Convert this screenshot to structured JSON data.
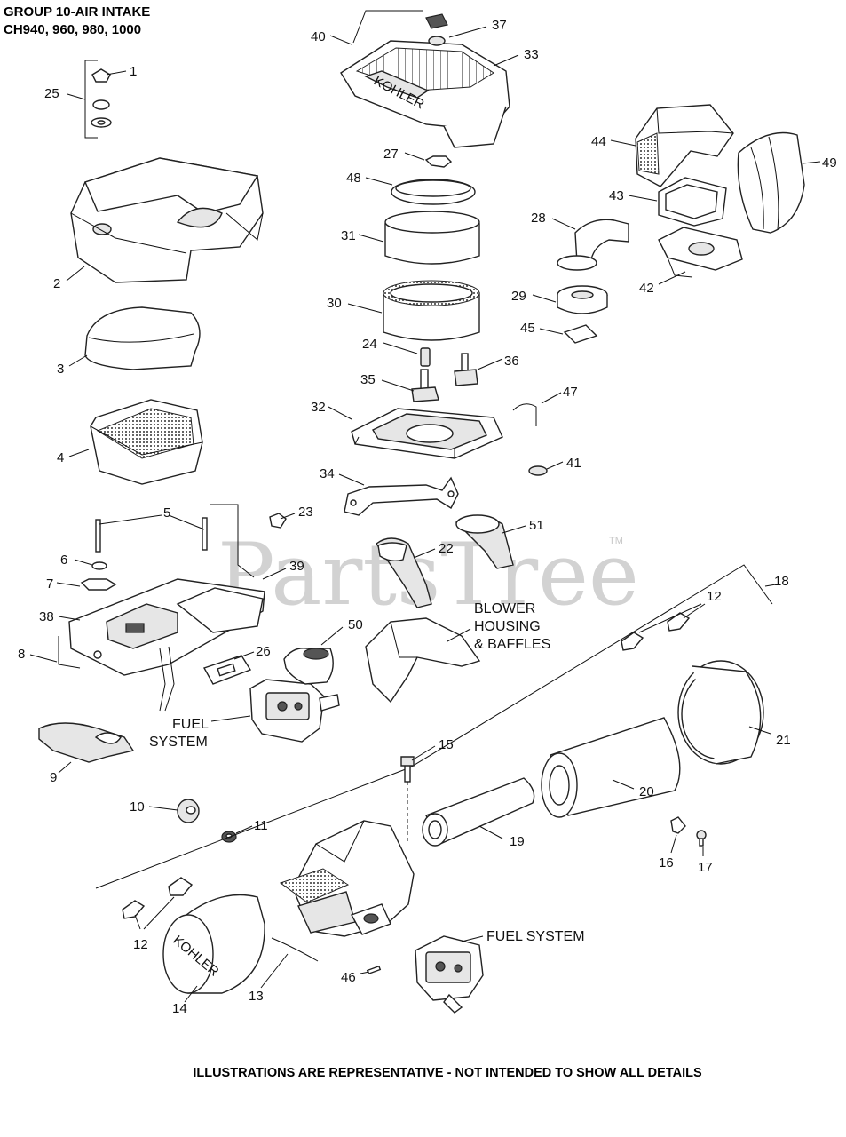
{
  "header": {
    "line1": "GROUP 10-AIR INTAKE",
    "line2": "CH940, 960, 980, 1000"
  },
  "watermark": {
    "text": "PartsTree",
    "tm": "TM"
  },
  "labels": {
    "blower": [
      "BLOWER",
      "HOUSING",
      "& BAFFLES"
    ],
    "fuel_system_left": [
      "FUEL",
      "SYSTEM"
    ],
    "fuel_system_right": "FUEL SYSTEM",
    "logo_top": "KOHLER",
    "logo_bottom": "KOHLER"
  },
  "callouts": {
    "c1": "1",
    "c2": "2",
    "c3": "3",
    "c4": "4",
    "c5": "5",
    "c6": "6",
    "c7": "7",
    "c8": "8",
    "c9": "9",
    "c10": "10",
    "c11": "11",
    "c12a": "12",
    "c12b": "12",
    "c13": "13",
    "c14": "14",
    "c15": "15",
    "c16": "16",
    "c17": "17",
    "c18": "18",
    "c19": "19",
    "c20": "20",
    "c21": "21",
    "c22": "22",
    "c23": "23",
    "c24": "24",
    "c25": "25",
    "c26": "26",
    "c27": "27",
    "c28": "28",
    "c29": "29",
    "c30": "30",
    "c31": "31",
    "c32": "32",
    "c33": "33",
    "c34": "34",
    "c35": "35",
    "c36": "36",
    "c37": "37",
    "c38": "38",
    "c39": "39",
    "c40": "40",
    "c41": "41",
    "c42": "42",
    "c43": "43",
    "c44": "44",
    "c45": "45",
    "c46": "46",
    "c47": "47",
    "c48": "48",
    "c49": "49",
    "c50": "50",
    "c51": "51"
  },
  "footer": "ILLUSTRATIONS ARE REPRESENTATIVE - NOT INTENDED TO SHOW ALL DETAILS"
}
